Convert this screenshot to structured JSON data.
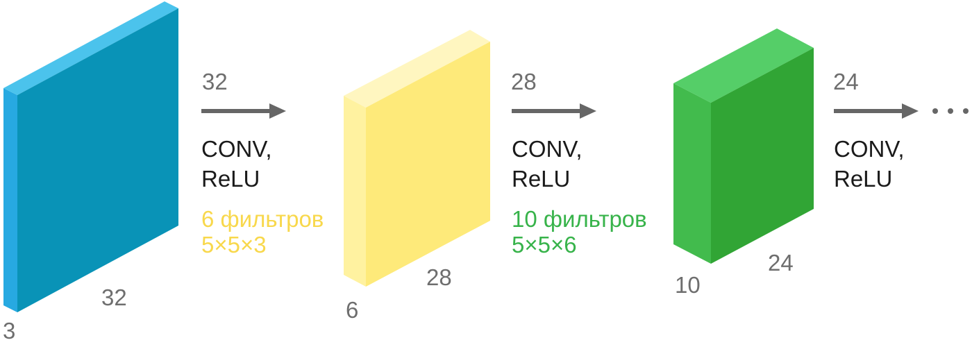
{
  "colors": {
    "blue_front": "#0993b7",
    "blue_top": "#4bc3ec",
    "blue_side": "#27a9e1",
    "yellow_front": "#feea7a",
    "yellow_top": "#fff6c0",
    "yellow_side": "#fff2a0",
    "green_front": "#31a535",
    "green_top": "#55ce68",
    "green_side": "#42bb4d",
    "arrow": "#666666",
    "filter_yellow": "#f8d84c",
    "filter_green": "#37b34a"
  },
  "volumes": [
    {
      "width": "32",
      "height": "32",
      "depth": "3"
    },
    {
      "width": "28",
      "height": "28",
      "depth": "6"
    },
    {
      "width": "24",
      "height": "24",
      "depth": "10"
    }
  ],
  "steps": [
    {
      "size": "32",
      "op_line1": "CONV,",
      "op_line2": "ReLU",
      "filters": "6 фильтров",
      "filter_shape": "5×5×3"
    },
    {
      "size": "28",
      "op_line1": "CONV,",
      "op_line2": "ReLU",
      "filters": "10 фильтров",
      "filter_shape": "5×5×6"
    },
    {
      "size": "24",
      "op_line1": "CONV,",
      "op_line2": "ReLU"
    }
  ],
  "continuation": "…"
}
